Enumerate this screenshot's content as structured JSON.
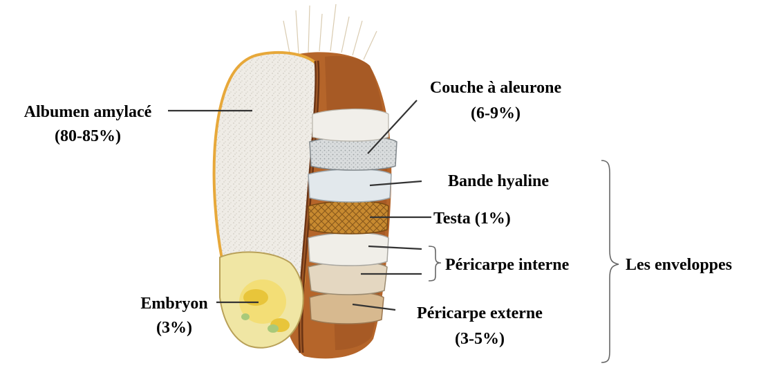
{
  "labels": {
    "albumen_name": "Albumen amylacé",
    "albumen_pct": "(80-85%)",
    "aleurone_name": "Couche à aleurone",
    "aleurone_pct": "(6-9%)",
    "hyaline": "Bande hyaline",
    "testa": "Testa (1%)",
    "pericarp_inner": "Péricarpe interne",
    "envelopes": "Les enveloppes",
    "embryo_name": "Embryon",
    "embryo_pct": "(3%)",
    "pericarp_outer_name": "Péricarpe externe",
    "pericarp_outer_pct": "(3-5%)"
  },
  "colors": {
    "grain_shell": "#b5652a",
    "grain_shell_dark": "#7a3d14",
    "endosperm": "#eeeae2",
    "endosperm_rim": "#e7a83a",
    "crease": "#6b3414",
    "aleurone_layer": "#cfd4d6",
    "hyaline_layer": "#dfe6ea",
    "testa_layer": "#c8892e",
    "pericarp_inner_layer": "#e9e6df",
    "pericarp_outer_layer": "#d7b98f",
    "embryo": "#f2e9a8",
    "embryo_spots": "#e8c53a",
    "embryo_green": "#a8c97a"
  }
}
